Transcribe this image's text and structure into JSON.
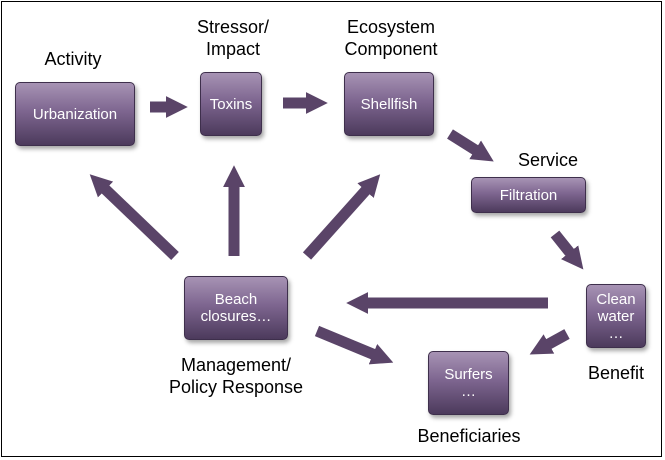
{
  "colors": {
    "box_top": "#a793b4",
    "box_bottom": "#4c3a5c",
    "arrow": "#5a4468",
    "text_on_box": "#ffffff"
  },
  "nodes": {
    "urbanization": "Urbanization",
    "toxins": "Toxins",
    "shellfish": "Shellfish",
    "filtration": "Filtration",
    "clean_water": "Clean\nwater\n…",
    "surfers": "Surfers\n…",
    "beach_closures": "Beach\nclosures…"
  },
  "labels": {
    "activity": "Activity",
    "stressor": "Stressor/\nImpact",
    "ecosystem": "Ecosystem\nComponent",
    "service": "Service",
    "benefit": "Benefit",
    "beneficiaries": "Beneficiaries",
    "management": "Management/\nPolicy Response"
  }
}
